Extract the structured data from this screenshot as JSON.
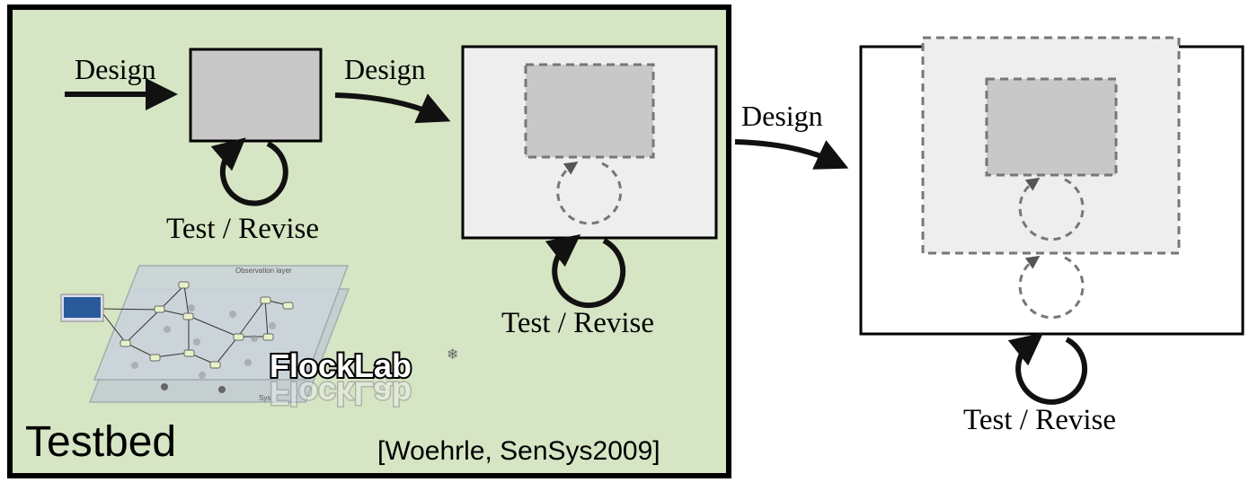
{
  "stage1": {
    "design_label": "Design",
    "loop_label": "Test / Revise"
  },
  "stage2": {
    "design_label": "Design",
    "loop_label": "Test / Revise"
  },
  "stage3": {
    "design_label": "Design",
    "loop_label": "Test / Revise"
  },
  "testbed": {
    "title": "Testbed",
    "citation": "[Woehrle, SenSys2009]",
    "observation_layer_label": "Observation layer",
    "system_layer_label": "Sys",
    "logo_text": "FlockLab"
  },
  "colors": {
    "testbed_bg": "#d6e5c4",
    "box_fill": "#c8c8c8",
    "light_fill": "#eeeeee",
    "dashed": "#777777"
  }
}
